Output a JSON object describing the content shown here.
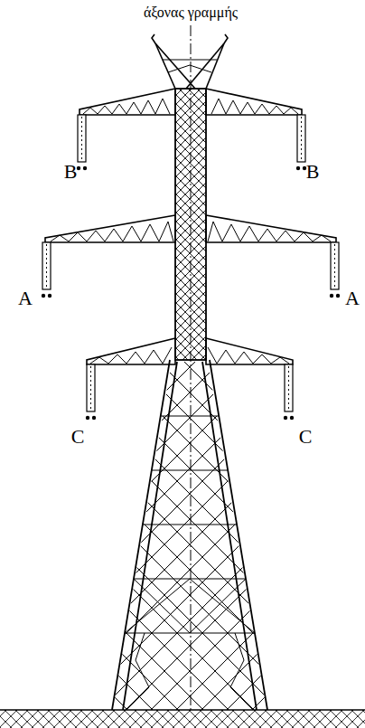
{
  "diagram": {
    "labels": [
      "άξονας γραμμής",
      "B",
      "B",
      "A",
      "A",
      "C",
      "C"
    ]
  }
}
